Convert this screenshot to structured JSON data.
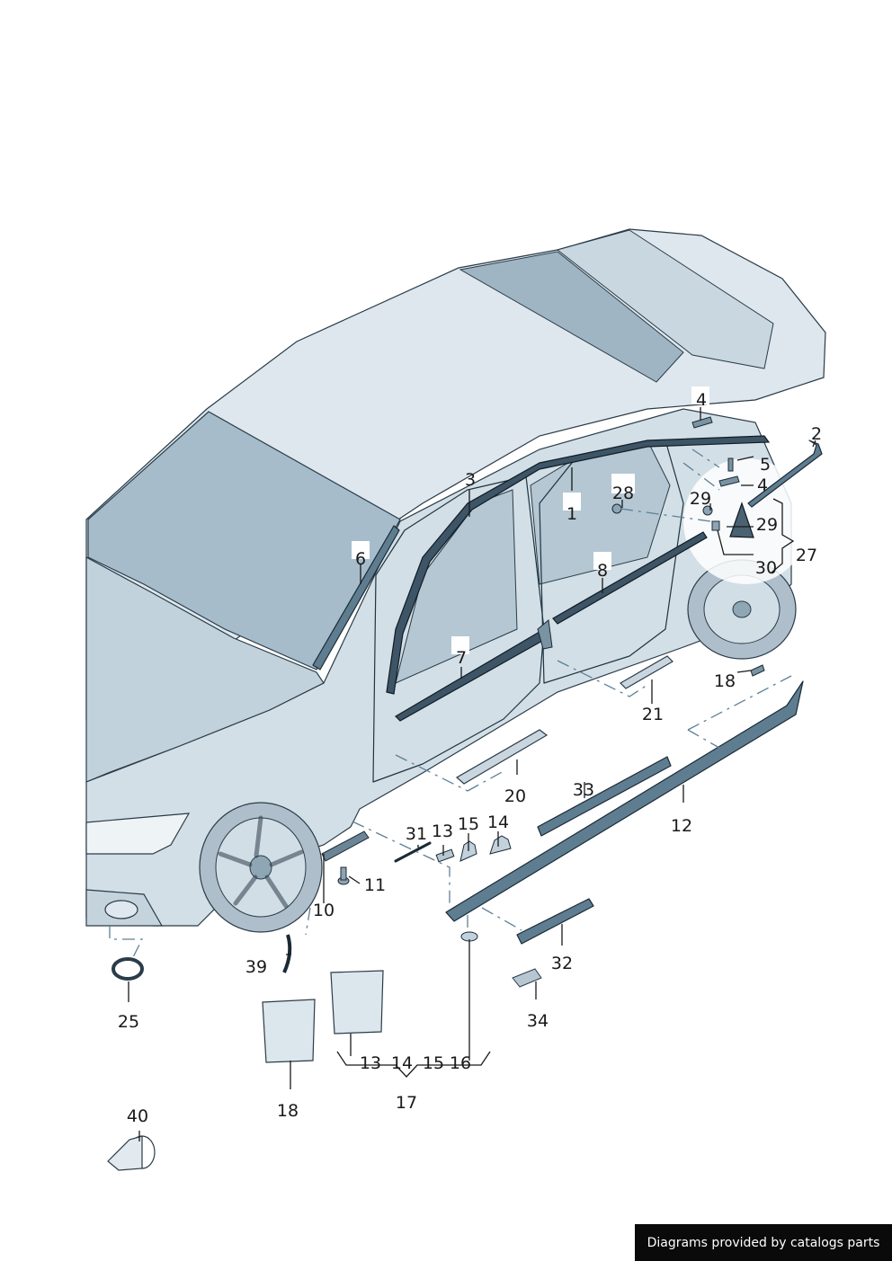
{
  "callouts": [
    {
      "id": "c1",
      "label": "1"
    },
    {
      "id": "c2",
      "label": "2"
    },
    {
      "id": "c3",
      "label": "3"
    },
    {
      "id": "c4a",
      "label": "4"
    },
    {
      "id": "c4b",
      "label": "4"
    },
    {
      "id": "c5",
      "label": "5"
    },
    {
      "id": "c6",
      "label": "6"
    },
    {
      "id": "c7",
      "label": "7"
    },
    {
      "id": "c8",
      "label": "8"
    },
    {
      "id": "c10",
      "label": "10"
    },
    {
      "id": "c11",
      "label": "11"
    },
    {
      "id": "c12",
      "label": "12"
    },
    {
      "id": "c13a",
      "label": "13"
    },
    {
      "id": "c13b",
      "label": "13"
    },
    {
      "id": "c14a",
      "label": "14"
    },
    {
      "id": "c14b",
      "label": "14"
    },
    {
      "id": "c15a",
      "label": "15"
    },
    {
      "id": "c15b",
      "label": "15"
    },
    {
      "id": "c16",
      "label": "16"
    },
    {
      "id": "c17",
      "label": "17"
    },
    {
      "id": "c18a",
      "label": "18"
    },
    {
      "id": "c18b",
      "label": "18"
    },
    {
      "id": "c20",
      "label": "20"
    },
    {
      "id": "c21",
      "label": "21"
    },
    {
      "id": "c25",
      "label": "25"
    },
    {
      "id": "c27",
      "label": "27"
    },
    {
      "id": "c28",
      "label": "28"
    },
    {
      "id": "c29a",
      "label": "29"
    },
    {
      "id": "c29b",
      "label": "29"
    },
    {
      "id": "c30",
      "label": "30"
    },
    {
      "id": "c31",
      "label": "31"
    },
    {
      "id": "c32",
      "label": "32"
    },
    {
      "id": "c33",
      "label": "33"
    },
    {
      "id": "c34",
      "label": "34"
    },
    {
      "id": "c39",
      "label": "39"
    },
    {
      "id": "c40",
      "label": "40"
    }
  ],
  "footer": {
    "credit": "Diagrams provided by catalogs parts"
  },
  "colors": {
    "body_light": "#dce6ec",
    "body_mid": "#a9bdca",
    "glass": "#b4c7d3",
    "trim": "#5f7d90",
    "outline": "#1f3340",
    "dash": "#5d8197",
    "banner": "#0a0a0a"
  }
}
